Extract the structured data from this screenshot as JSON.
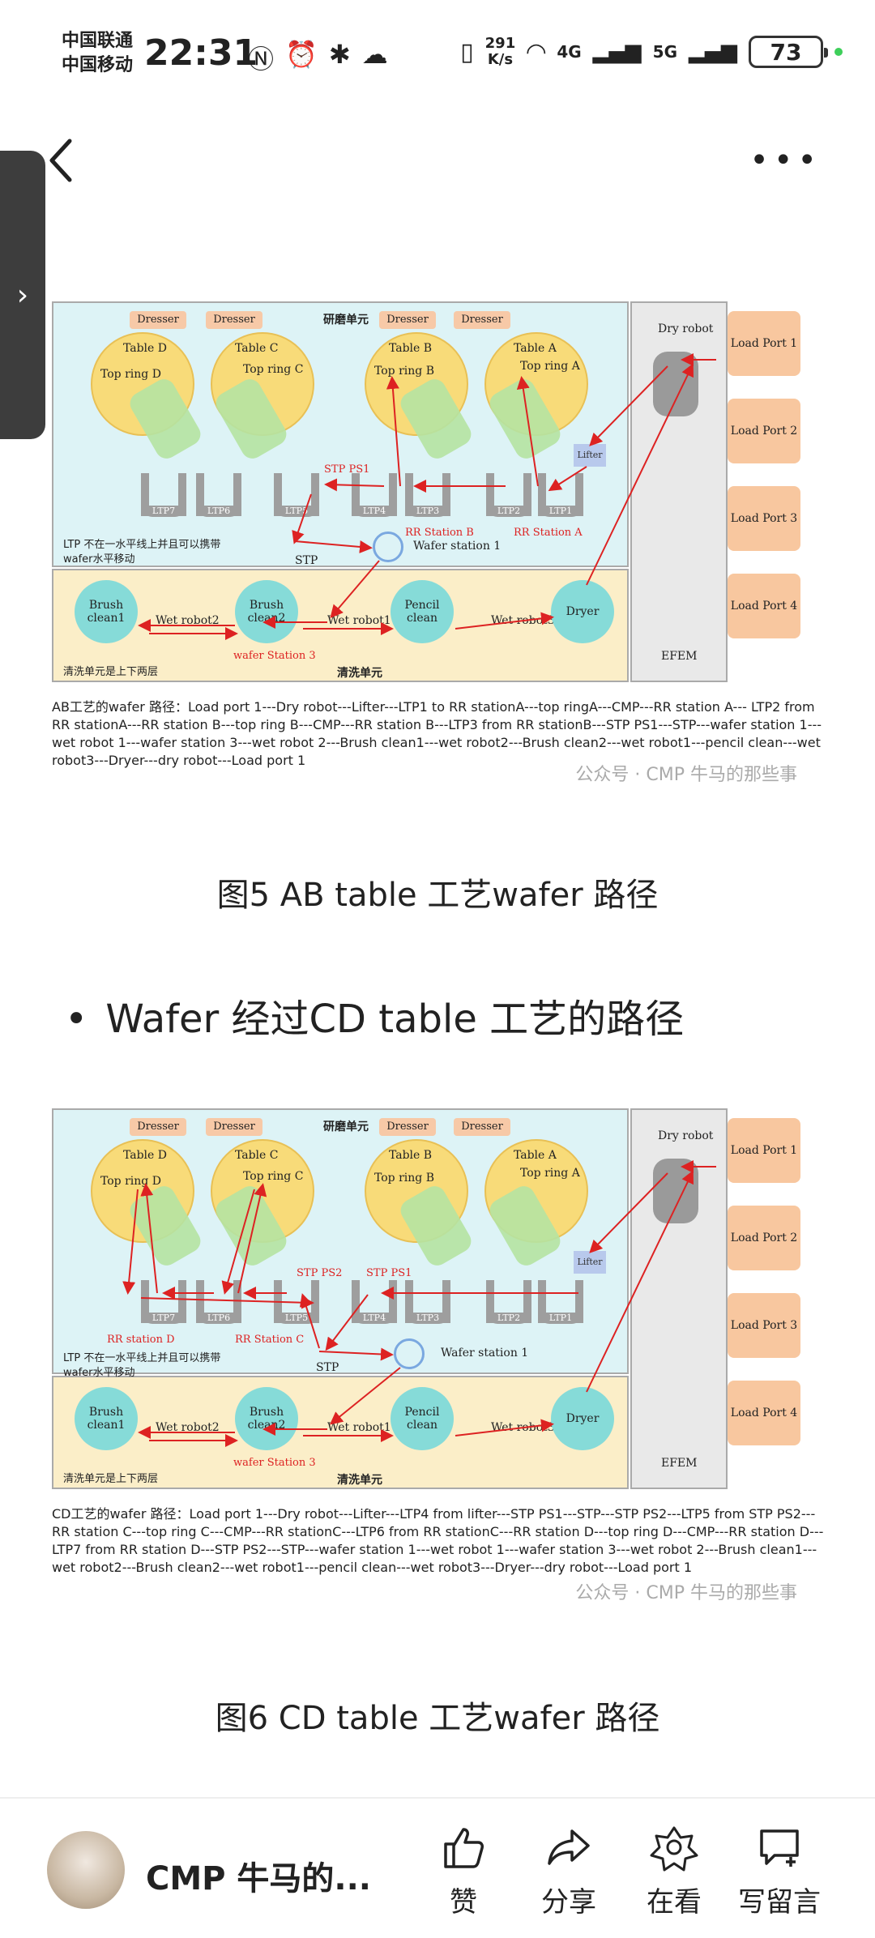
{
  "status": {
    "carrier1": "中国联通",
    "carrier2": "中国移动",
    "time": "22:31",
    "net_speed_value": "291",
    "net_speed_unit": "K/s",
    "signal1": "4G",
    "signal2": "5G",
    "battery": "73"
  },
  "figure1": {
    "unit_top": "研磨单元",
    "unit_bottom": "清洗单元",
    "note_ltp": "LTP 不在一水平线上并且可以携带wafer水平移动",
    "note_clean": "清洗单元是上下两层",
    "dressers": [
      "Dresser",
      "Dresser",
      "Dresser",
      "Dresser"
    ],
    "tables": [
      "Table D",
      "Table C",
      "Table B",
      "Table A"
    ],
    "rings": [
      "Top ring D",
      "Top ring C",
      "Top ring B",
      "Top ring A"
    ],
    "ltps": [
      "LTP7",
      "LTP6",
      "LTP5",
      "LTP4",
      "LTP3",
      "LTP2",
      "LTP1"
    ],
    "stp_ps1": "STP PS1",
    "rr_b": "RR Station B",
    "rr_a": "RR Station A",
    "lifter": "Lifter",
    "stp": "STP",
    "wafer_station1": "Wafer station 1",
    "brush1": "Brush clean1",
    "wet_robot2": "Wet robot2",
    "brush2": "Brush clean2",
    "wafer_station3": "wafer Station 3",
    "wet_robot1": "Wet robot1",
    "pencil": "Pencil clean",
    "wet_robot3": "Wet robot3",
    "dryer": "Dryer",
    "dry_robot": "Dry robot",
    "efem": "EFEM",
    "ports": [
      "Load Port 1",
      "Load Port 2",
      "Load Port 3",
      "Load Port 4"
    ],
    "caption": "AB工艺的wafer 路径：Load port 1---Dry robot---Lifter---LTP1 to RR stationA---top ringA---CMP---RR station A--- LTP2 from RR stationA---RR station B---top ring B---CMP---RR station B---LTP3 from RR stationB---STP PS1---STP---wafer station 1---wet robot 1---wafer station 3---wet robot 2---Brush clean1---wet robot2---Brush clean2---wet robot1---pencil clean---wet robot3---Dryer---dry robot---Load port 1",
    "watermark": "公众号 · CMP 牛马的那些事",
    "title": "图5 AB table 工艺wafer 路径"
  },
  "bullet": "Wafer 经过CD table 工艺的路径",
  "figure2": {
    "unit_top": "研磨单元",
    "unit_bottom": "清洗单元",
    "note_ltp": "LTP 不在一水平线上并且可以携带wafer水平移动",
    "note_clean": "清洗单元是上下两层",
    "stp_ps2": "STP PS2",
    "stp_ps1": "STP PS1",
    "rr_d": "RR station D",
    "rr_c": "RR Station C",
    "caption": "CD工艺的wafer 路径：Load port 1---Dry robot---Lifter---LTP4 from lifter---STP PS1---STP---STP PS2---LTP5 from STP PS2---RR station C---top ring C---CMP---RR stationC---LTP6 from RR stationC---RR station D---top ring D---CMP---RR station D---LTP7 from RR station D---STP PS2---STP---wafer station 1---wet robot 1---wafer station 3---wet robot 2---Brush clean1---wet robot2---Brush clean2---wet robot1---pencil clean---wet robot3---Dryer---dry robot---Load port 1",
    "watermark": "公众号 · CMP 牛马的那些事",
    "title": "图6 CD table 工艺wafer 路径"
  },
  "bottom": {
    "account": "CMP 牛马的...",
    "like": "赞",
    "share": "分享",
    "watching": "在看",
    "comment": "写留言"
  }
}
